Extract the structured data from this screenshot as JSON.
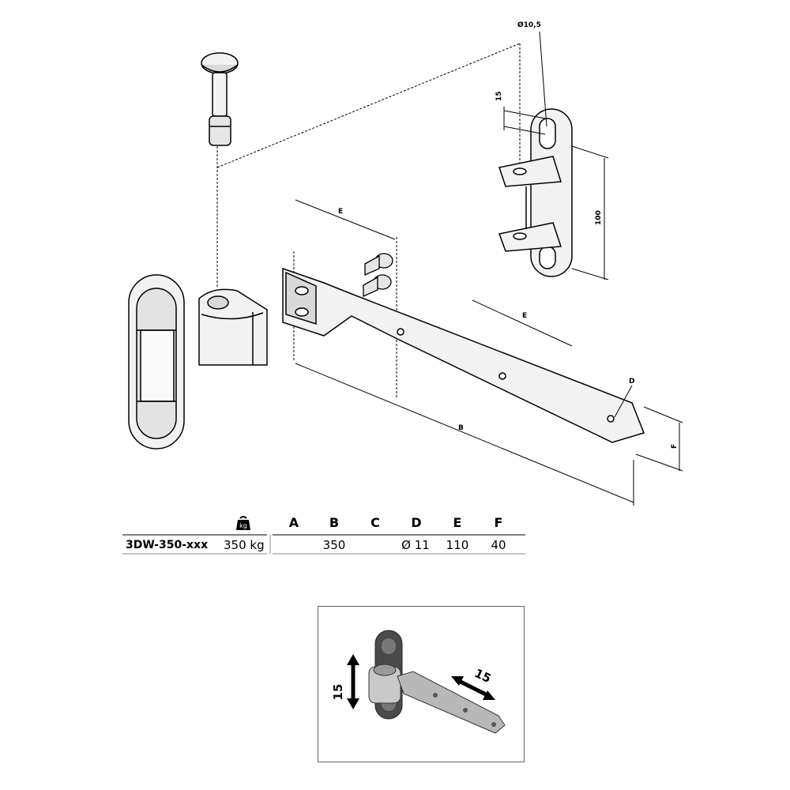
{
  "drawing": {
    "dim_labels": {
      "e_top": "E",
      "e_right": "E",
      "b": "B",
      "d": "D",
      "f": "F",
      "hole_dia": "Ø10,5",
      "slot_15": "15",
      "height_100": "100"
    }
  },
  "spec_table": {
    "columns": [
      "A",
      "B",
      "C",
      "D",
      "E",
      "F"
    ],
    "weight_icon": "weight-kg-icon",
    "weight_icon_text": "kg",
    "row": {
      "model": "3DW-350-xxx",
      "load": "350 kg",
      "values": [
        "",
        "350",
        "",
        "Ø 11",
        "110",
        "40"
      ]
    }
  },
  "inset": {
    "adjust_vertical": "15",
    "adjust_horizontal": "15"
  },
  "colors": {
    "line": "#000000",
    "part_fill": "#f2f2f2",
    "shade": "#d9d9d9",
    "dark_part": "#4a4a4a",
    "strap_grey": "#b8b8b8"
  }
}
